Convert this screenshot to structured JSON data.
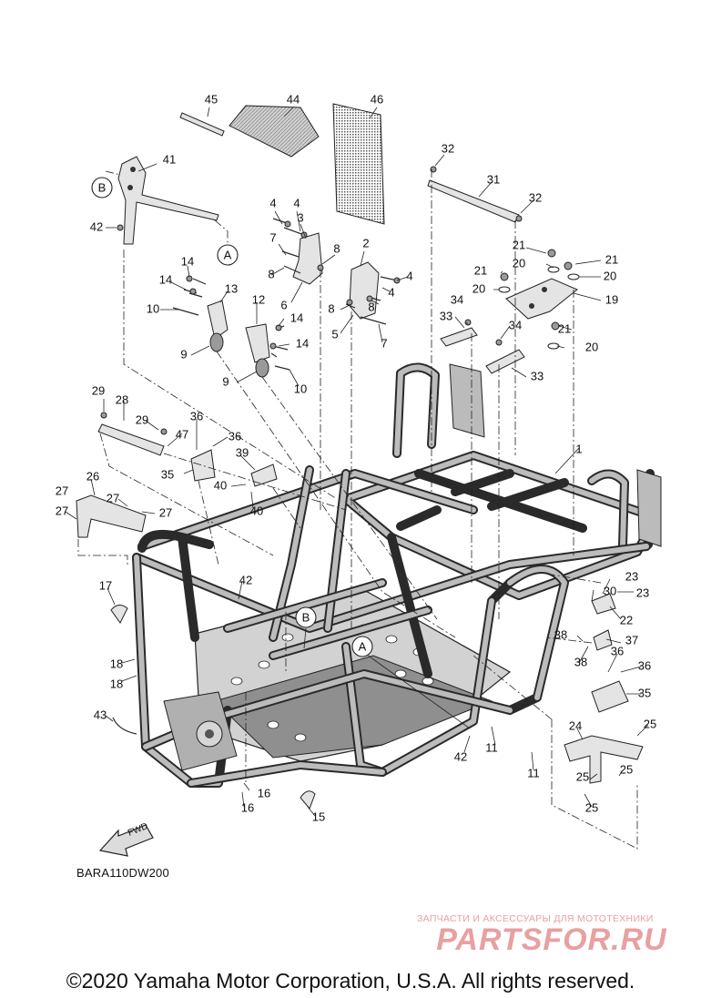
{
  "diagram": {
    "callouts": [
      "1",
      "2",
      "3",
      "4",
      "4",
      "4",
      "4",
      "5",
      "6",
      "7",
      "7",
      "8",
      "8",
      "8",
      "8",
      "9",
      "9",
      "10",
      "10",
      "11",
      "11",
      "12",
      "13",
      "14",
      "14",
      "14",
      "14",
      "15",
      "16",
      "16",
      "17",
      "18",
      "18",
      "19",
      "20",
      "20",
      "20",
      "20",
      "21",
      "21",
      "21",
      "21",
      "22",
      "23",
      "23",
      "24",
      "25",
      "25",
      "25",
      "25",
      "26",
      "27",
      "27",
      "27",
      "27",
      "28",
      "29",
      "29",
      "30",
      "31",
      "32",
      "32",
      "33",
      "33",
      "34",
      "34",
      "35",
      "35",
      "36",
      "36",
      "36",
      "36",
      "37",
      "38",
      "38",
      "39",
      "40",
      "40",
      "41",
      "42",
      "42",
      "42",
      "43",
      "44",
      "45",
      "46",
      "47"
    ],
    "reference_marks": [
      "A",
      "A",
      "B",
      "B"
    ],
    "direction_label": "FWD",
    "code": "BARA110DW200"
  },
  "watermark": {
    "caption": "ЗАПЧАСТИ И АКСЕССУАРЫ ДЛЯ МОТОТЕХНИКИ",
    "logo_text": "PARTSFOR.RU",
    "color": "#e8a0a0"
  },
  "footer": {
    "copyright": "©2020 Yamaha Motor Corporation, U.S.A. All rights reserved."
  }
}
